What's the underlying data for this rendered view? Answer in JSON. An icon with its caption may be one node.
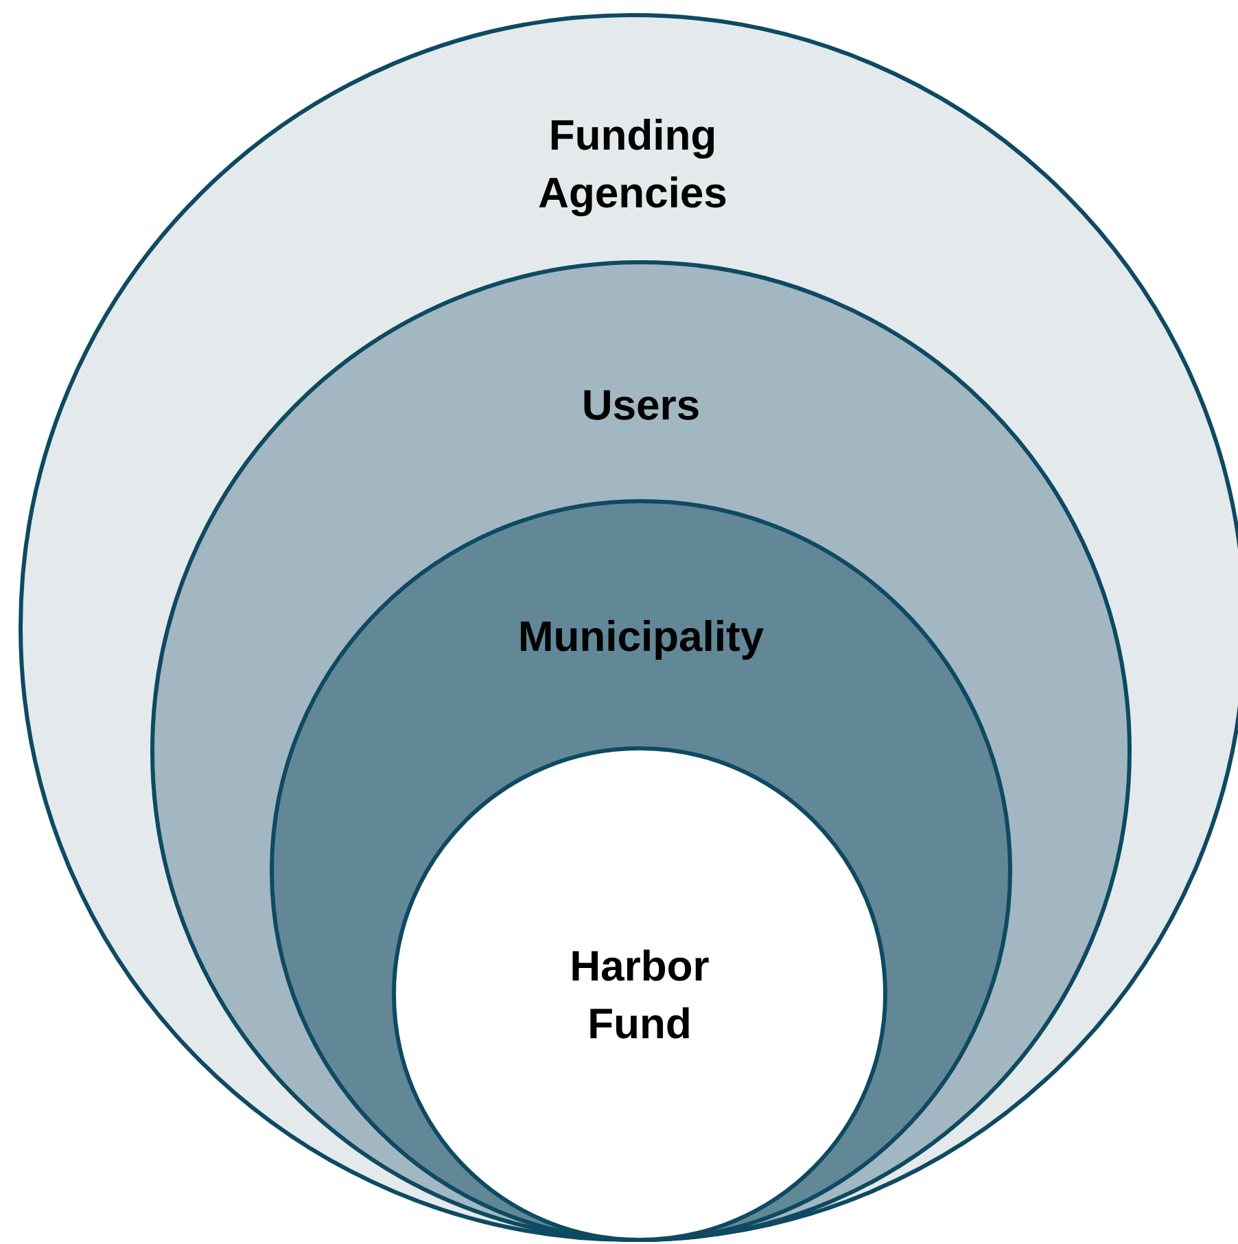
{
  "diagram": {
    "nodes": [
      {
        "text": [
          "Funding Agencies"
        ]
      },
      {
        "text": [
          "Users"
        ],
        "in": 0
      },
      {
        "text": [
          "Municipality"
        ],
        "in": 1
      },
      {
        "text": [
          "Harbor Fund"
        ],
        "in": 2
      }
    ]
  }
}
